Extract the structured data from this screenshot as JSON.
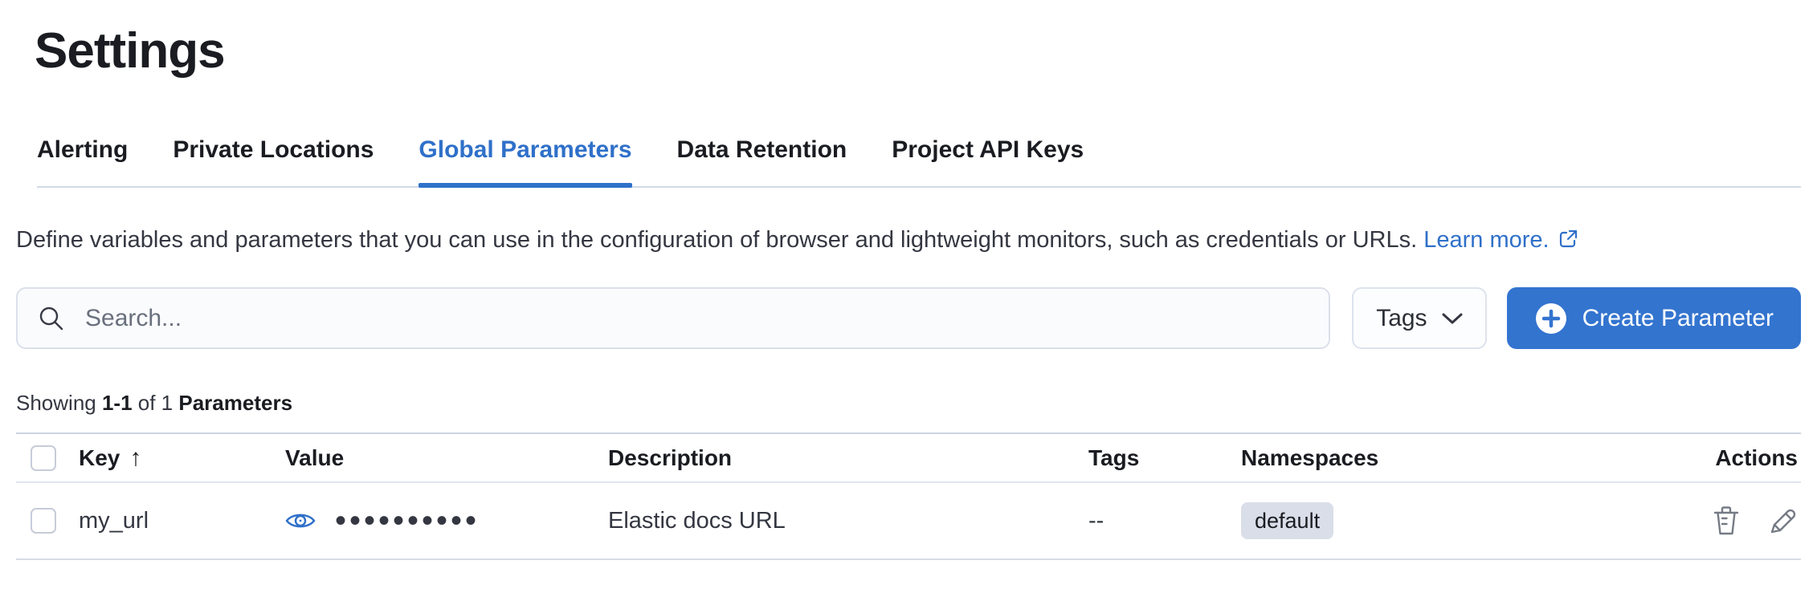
{
  "page_title": "Settings",
  "tabs": [
    {
      "label": "Alerting"
    },
    {
      "label": "Private Locations"
    },
    {
      "label": "Global Parameters"
    },
    {
      "label": "Data Retention"
    },
    {
      "label": "Project API Keys"
    }
  ],
  "active_tab": "Global Parameters",
  "description": {
    "text": "Define variables and parameters that you can use in the configuration of browser and lightweight monitors, such as credentials or URLs. ",
    "link_label": "Learn more."
  },
  "toolbar": {
    "search_placeholder": "Search...",
    "search_value": "",
    "tags_button_label": "Tags",
    "create_button_label": "Create Parameter"
  },
  "summary": {
    "showing": "Showing ",
    "range": "1-1",
    "of": " of 1 ",
    "entity": "Parameters"
  },
  "table": {
    "headers": {
      "key": "Key",
      "value": "Value",
      "description": "Description",
      "tags": "Tags",
      "namespaces": "Namespaces",
      "actions": "Actions"
    },
    "sort_arrow": "↑",
    "rows": [
      {
        "key": "my_url",
        "value_masked": "••••••••••",
        "description": "Elastic docs URL",
        "tags": "--",
        "namespace_badge": "default"
      }
    ]
  },
  "icons": {
    "search": "magnifier",
    "tags_dropdown": "chevron-down",
    "create": "plus-in-circle",
    "learn_more": "external-link",
    "value_reveal": "eye",
    "sort": "arrow-up",
    "delete": "trash",
    "edit": "pencil"
  },
  "colors": {
    "accent_blue": "#2f70c9",
    "button_blue": "#3374cf",
    "badge_bg": "#d9dee8",
    "divider": "#d3dae6",
    "text_dark": "#1a1c21",
    "text_body": "#343741",
    "text_subdued": "#69707d"
  }
}
